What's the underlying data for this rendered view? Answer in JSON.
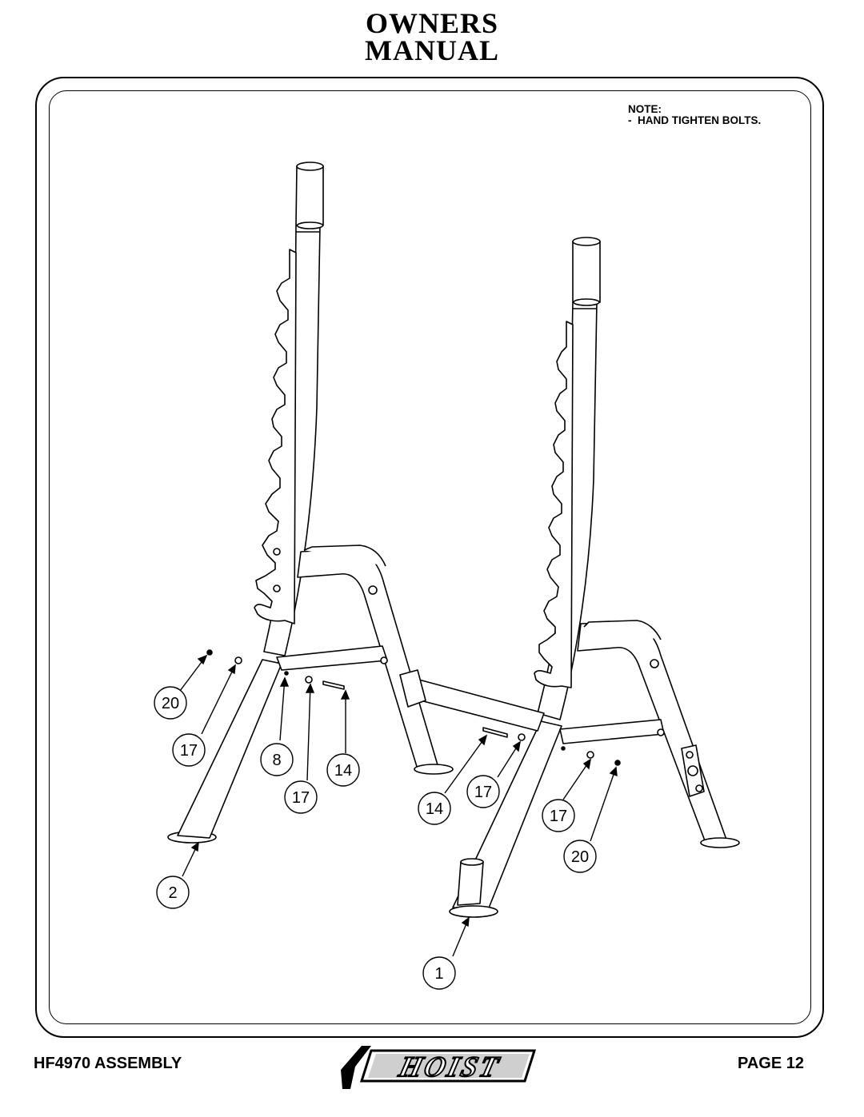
{
  "header": {
    "title_line1": "OWNERS",
    "title_line2": "MANUAL"
  },
  "note": {
    "heading": "NOTE:",
    "line1": "-  HAND TIGHTEN BOLTS."
  },
  "callouts": [
    {
      "label": "20"
    },
    {
      "label": "17"
    },
    {
      "label": "8"
    },
    {
      "label": "14"
    },
    {
      "label": "17"
    },
    {
      "label": "2"
    },
    {
      "label": "14"
    },
    {
      "label": "17"
    },
    {
      "label": "17"
    },
    {
      "label": "20"
    },
    {
      "label": "1"
    }
  ],
  "footer": {
    "left": "HF4970 ASSEMBLY",
    "brand": "HOIST",
    "right": "PAGE 12"
  }
}
